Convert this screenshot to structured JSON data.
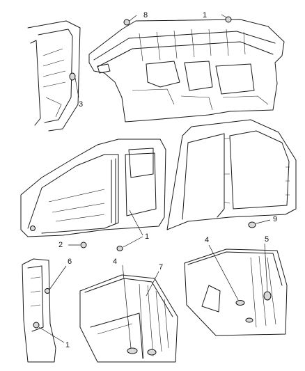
{
  "callouts": [
    {
      "id": "c8",
      "label": "8"
    },
    {
      "id": "c1a",
      "label": "1"
    },
    {
      "id": "c3",
      "label": "3"
    },
    {
      "id": "c1b",
      "label": "1"
    },
    {
      "id": "c2",
      "label": "2"
    },
    {
      "id": "c9",
      "label": "9"
    },
    {
      "id": "c6",
      "label": "6"
    },
    {
      "id": "c4a",
      "label": "4"
    },
    {
      "id": "c7",
      "label": "7"
    },
    {
      "id": "c4b",
      "label": "4"
    },
    {
      "id": "c5",
      "label": "5"
    },
    {
      "id": "c1c",
      "label": "1"
    }
  ]
}
